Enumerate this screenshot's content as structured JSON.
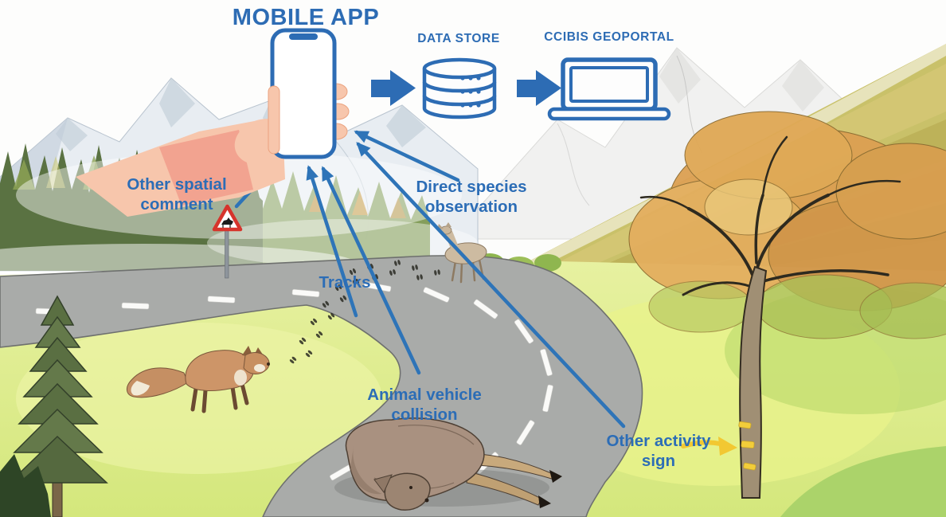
{
  "pipeline": {
    "nodes": [
      {
        "id": "mobile-app",
        "label": "MOBILE APP",
        "icon": "smartphone-in-hand-icon"
      },
      {
        "id": "data-store",
        "label": "DATA STORE",
        "icon": "database-icon"
      },
      {
        "id": "ccibis-geoportal",
        "label": "CCIBIS GEOPORTAL",
        "icon": "laptop-icon"
      }
    ],
    "flow": [
      "MOBILE APP",
      "DATA STORE",
      "CCIBIS GEOPORTAL"
    ]
  },
  "annotations": {
    "spatial": {
      "line1": "Other spatial",
      "line2": "comment",
      "points_to": "wildlife-warning-road-sign"
    },
    "species": {
      "line1": "Direct species",
      "line2": "observation",
      "points_to": "deer-standing-by-road"
    },
    "tracks": {
      "line1": "Tracks",
      "points_to": "animal-footprints"
    },
    "collision": {
      "line1": "Animal vehicle",
      "line2": "collision",
      "points_to": "dead-animal-on-road"
    },
    "activity": {
      "line1": "Other activity",
      "line2": "sign",
      "points_to": "yellow-markings-on-tree"
    }
  },
  "colors": {
    "accent_blue": "#2d6cb4",
    "arrow_blue": "#2e74b8",
    "marker_yellow": "#f2c832",
    "sign_red": "#d6342c"
  }
}
